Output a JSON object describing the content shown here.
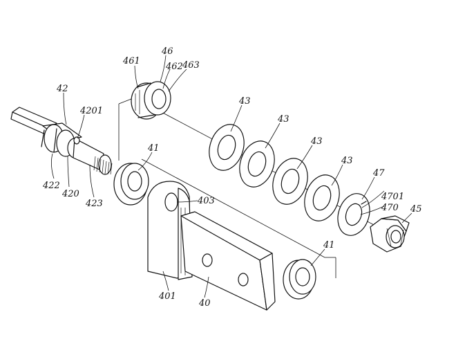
{
  "labels": {
    "l42": "42",
    "l4201": "4201",
    "l422": "422",
    "l420": "420",
    "l423": "423",
    "l461": "461",
    "l46": "46",
    "l462": "462",
    "l463": "463",
    "l43a": "43",
    "l43b": "43",
    "l43c": "43",
    "l43d": "43",
    "l41a": "41",
    "l41b": "41",
    "l403": "403",
    "l401": "401",
    "l40": "40",
    "l47": "47",
    "l4701": "4701",
    "l470": "470",
    "l45": "45"
  }
}
